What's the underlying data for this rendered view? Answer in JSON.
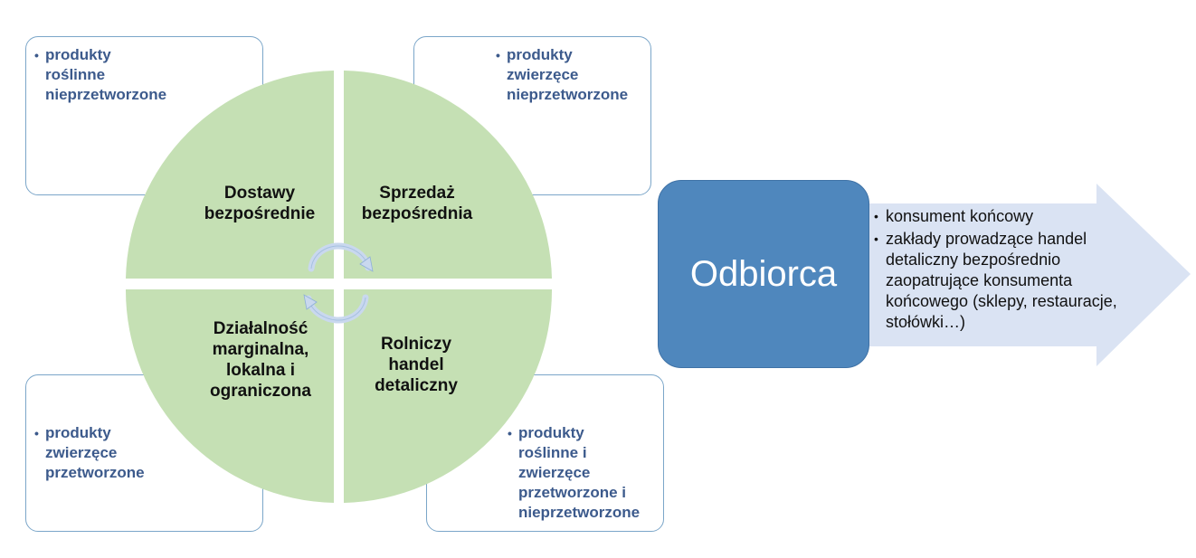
{
  "colors": {
    "circle_fill": "#c5e0b4",
    "box_border": "#7ba6c9",
    "bullet_text": "#3c5a8c",
    "receiver_fill": "#4f87bd",
    "arrow_fill": "#dae3f3",
    "cycle_arrow": "#c9d8ee"
  },
  "bullet_glyph": "•",
  "corner_boxes": {
    "top_left": "produkty\nroślinne\nnieprzetworzone",
    "top_right": "produkty\nzwierzęce\nnieprzetworzone",
    "bottom_left": "produkty\nzwierzęce\nprzetworzone",
    "bottom_right": "produkty\nroślinne i\nzwierzęce\nprzetworzone i\nnieprzetworzone"
  },
  "quadrants": {
    "top_left": "Dostawy\nbezpośrednie",
    "top_right": "Sprzedaż\nbezpośrednia",
    "bottom_left": "Działalność\nmarginalna,\nlokalna i\nograniczona",
    "bottom_right": "Rolniczy\nhandel\ndetaliczny"
  },
  "receiver": {
    "label": "Odbiorca",
    "items": [
      "konsument końcowy",
      "zakłady prowadzące handel detaliczny bezpośrednio zaopatrujące konsumenta końcowego (sklepy, restauracje, stołówki…)"
    ]
  }
}
